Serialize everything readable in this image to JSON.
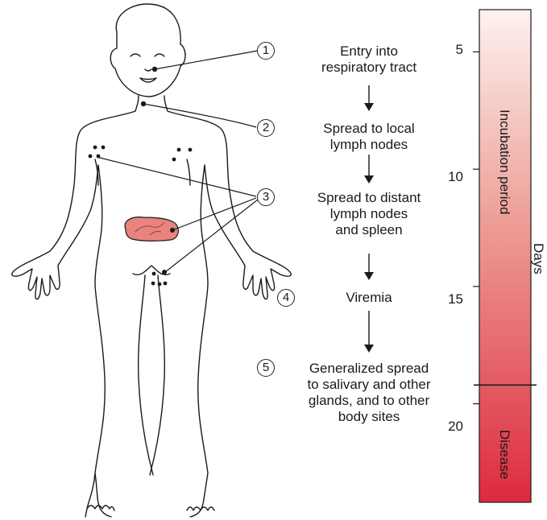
{
  "steps": [
    {
      "marker": "1",
      "text_lines": [
        "Entry into",
        "respiratory tract"
      ]
    },
    {
      "marker": "2",
      "text_lines": [
        "Spread to local",
        "lymph nodes"
      ]
    },
    {
      "marker": "3",
      "text_lines": [
        "Spread to distant",
        "lymph nodes",
        "and spleen"
      ]
    },
    {
      "marker": "4",
      "text_lines": [
        "Viremia"
      ]
    },
    {
      "marker": "5",
      "text_lines": [
        "Generalized spread",
        "to salivary and other",
        "glands, and to other",
        "body sites"
      ]
    }
  ],
  "timeline": {
    "axis_label": "Days",
    "ticks": [
      "5",
      "10",
      "15",
      "20"
    ],
    "phases": [
      {
        "label": "Incubation period",
        "start_day": 3.2,
        "end_day": 19.2
      },
      {
        "label": "Disease",
        "start_day": 19.2,
        "end_day": 24.2
      }
    ],
    "day_range": [
      3.2,
      24.2
    ],
    "gradient_colors": [
      "#fdf1ef",
      "#e03040"
    ]
  },
  "colors": {
    "line": "#1a1a1a",
    "spleen": "#e8847e"
  }
}
